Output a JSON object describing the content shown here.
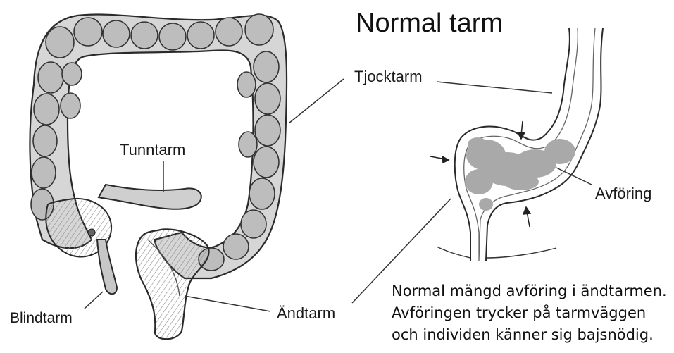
{
  "diagram": {
    "title": "Normal tarm",
    "labels": {
      "tjocktarm": "Tjocktarm",
      "tunntarm": "Tunntarm",
      "avforing": "Avföring",
      "blindtarm": "Blindtarm",
      "andtarm": "Ändtarm"
    },
    "caption_lines": [
      "Normal mängd avföring i ändtarmen.",
      "Avföringen trycker på tarmväggen",
      "och individen känner sig bajsnödig."
    ],
    "colors": {
      "outline": "#2a2a2a",
      "tissue_fill": "#c4c4c4",
      "tissue_light": "#e0e0e0",
      "feces_fill": "#a9a9a9"
    }
  }
}
